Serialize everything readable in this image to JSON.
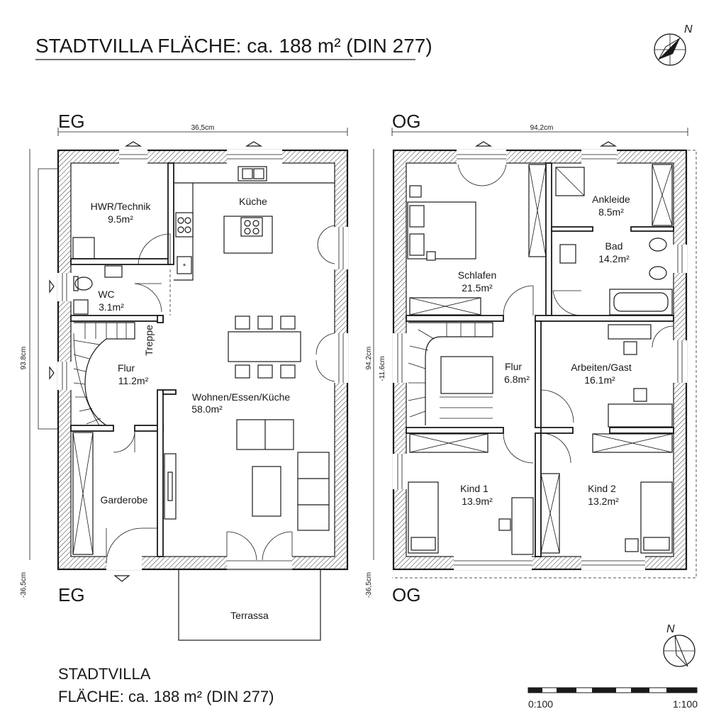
{
  "header": {
    "title": "STADTVILLA FLÄCHE: ca. 188 m² (DIN 277)"
  },
  "footer": {
    "line1": "STADTVILLA",
    "line2": "FLÄCHE: ca. 188 m² (DIN 277)",
    "scale_left": "0:100",
    "scale_right": "1:100"
  },
  "compass": {
    "north": "N"
  },
  "eg": {
    "label_top": "EG",
    "label_bottom": "EG",
    "dim_top": "36,5cm",
    "dim_left": "93.8cm",
    "dim_bottom_left": "-36,5cm",
    "rooms": {
      "hwr": {
        "name": "HWR/Technik",
        "area": "9.5m²"
      },
      "kueche": {
        "name": "Küche"
      },
      "wc": {
        "name": "WC",
        "area": "3.1m²"
      },
      "treppe": {
        "name": "Treppe"
      },
      "flur": {
        "name": "Flur",
        "area": "11.2m²"
      },
      "wohnen": {
        "name": "Wohnen/Essen/Küche",
        "area": "58.0m²"
      },
      "garderobe": {
        "name": "Garderobe"
      },
      "terrasse": {
        "name": "Terrassa"
      }
    }
  },
  "og": {
    "label_top": "OG",
    "label_bottom": "OG",
    "dim_top": "94,2cm",
    "dim_left": "94.2cm",
    "dim_left2": "-11.6cm",
    "dim_bottom_left": "-36,5cm",
    "rooms": {
      "ankleide": {
        "name": "Ankleide",
        "area": "8.5m²"
      },
      "bad": {
        "name": "Bad",
        "area": "14.2m²"
      },
      "schlafen": {
        "name": "Schlafen",
        "area": "21.5m²"
      },
      "flur": {
        "name": "Flur",
        "area": "6.8m²"
      },
      "arbeiten": {
        "name": "Arbeiten/Gast",
        "area": "16.1m²"
      },
      "kind1": {
        "name": "Kind 1",
        "area": "13.9m²"
      },
      "kind2": {
        "name": "Kind 2",
        "area": "13.2m²"
      }
    }
  }
}
